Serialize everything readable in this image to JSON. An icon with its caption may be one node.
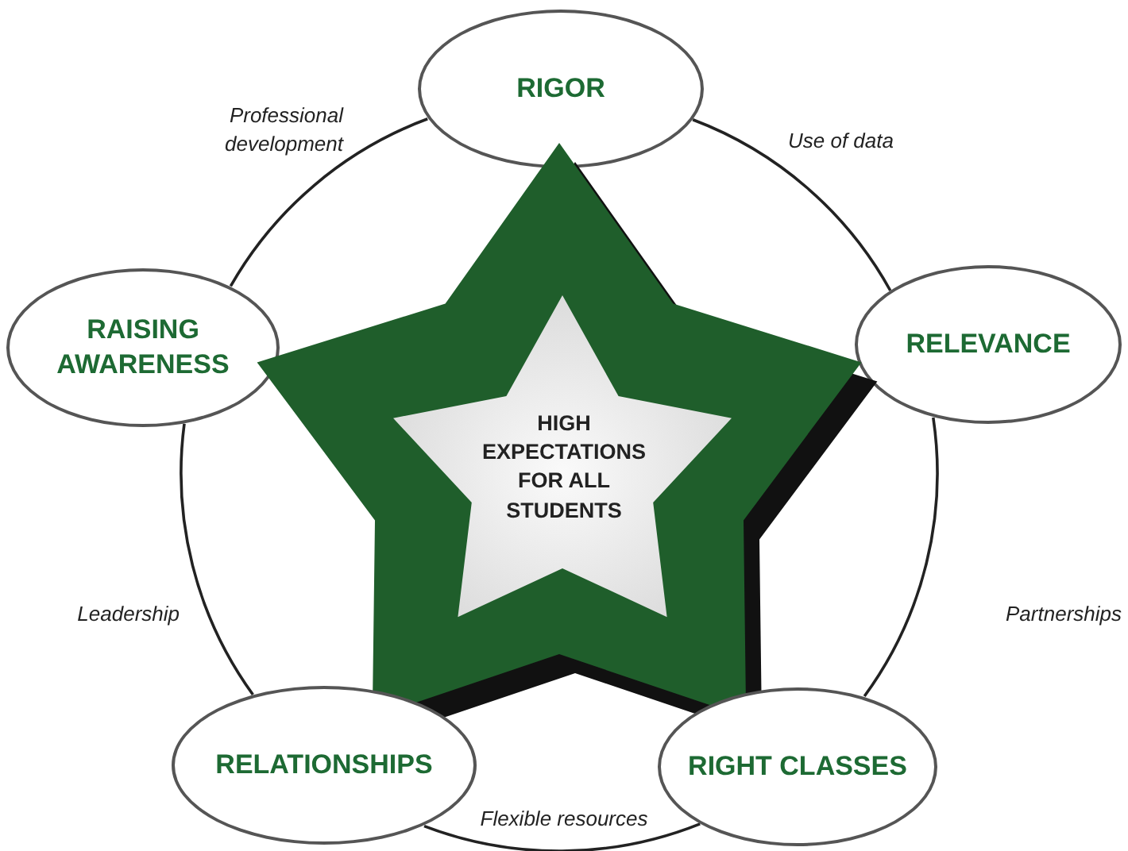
{
  "diagram": {
    "nodes": [
      {
        "text": [
          "RIGOR"
        ]
      },
      {
        "text": [
          "RAISING AWARENESS"
        ]
      },
      {
        "text": [
          "RELEVANCE"
        ]
      },
      {
        "text": [
          "HIGH EXPECTATIONS FOR ALL STUDENTS"
        ]
      },
      {
        "text": [
          "RELATIONSHIPS"
        ]
      },
      {
        "text": [
          "RIGHT CLASSES"
        ]
      }
    ],
    "edges": [
      {
        "from": 0,
        "to": 2,
        "arrow": "none",
        "label": "Use of data"
      },
      {
        "from": 2,
        "to": 5,
        "arrow": "none",
        "label": "Partnerships"
      },
      {
        "from": 5,
        "to": 4,
        "arrow": "none",
        "label": "Flexible resources"
      },
      {
        "from": 4,
        "to": 1,
        "arrow": "none",
        "label": "Leadership"
      },
      {
        "from": 1,
        "to": 0,
        "arrow": "none",
        "label": "Professional development"
      }
    ]
  }
}
